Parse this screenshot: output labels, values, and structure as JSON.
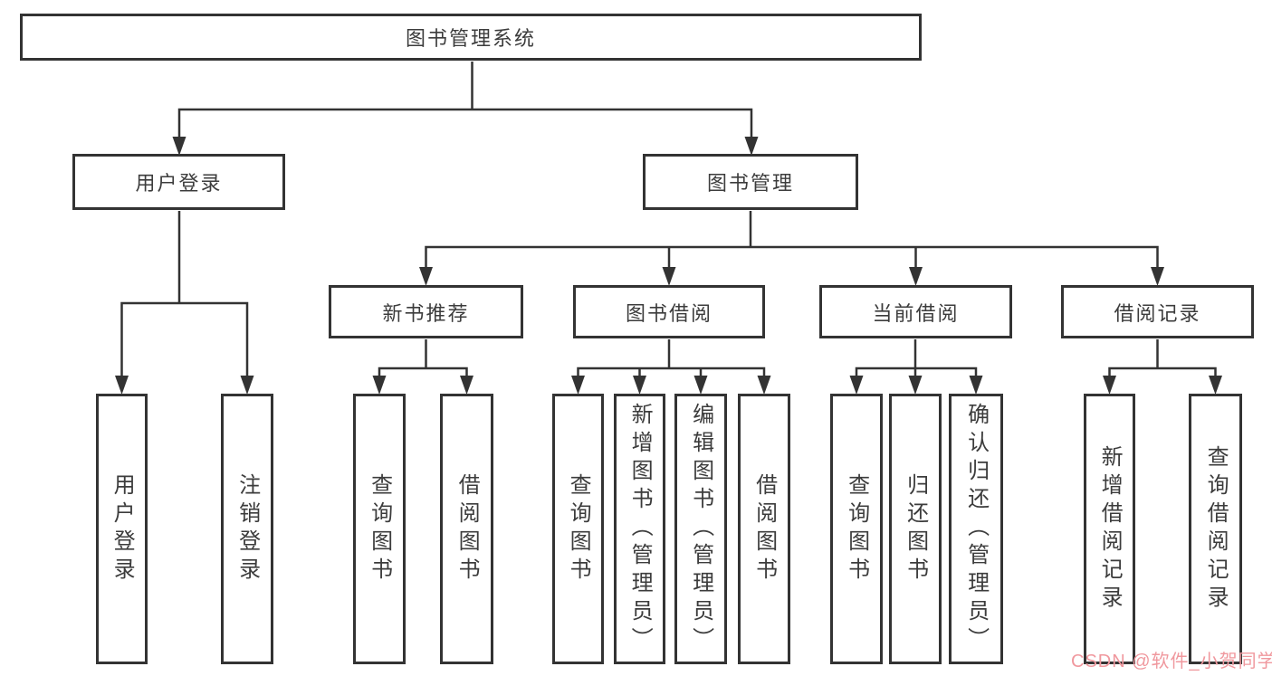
{
  "tree": {
    "label": "图书管理系统",
    "children": [
      {
        "label": "用户登录",
        "children": [
          {
            "label": "用户登录"
          },
          {
            "label": "注销登录"
          }
        ]
      },
      {
        "label": "图书管理",
        "children": [
          {
            "label": "新书推荐",
            "children": [
              {
                "label": "查询图书"
              },
              {
                "label": "借阅图书"
              }
            ]
          },
          {
            "label": "图书借阅",
            "children": [
              {
                "label": "查询图书"
              },
              {
                "label": "新增图书（管理员）"
              },
              {
                "label": "编辑图书（管理员）"
              },
              {
                "label": "借阅图书"
              }
            ]
          },
          {
            "label": "当前借阅",
            "children": [
              {
                "label": "查询图书"
              },
              {
                "label": "归还图书"
              },
              {
                "label": "确认归还（管理员）"
              }
            ]
          },
          {
            "label": "借阅记录",
            "children": [
              {
                "label": "新增借阅记录"
              },
              {
                "label": "查询借阅记录"
              }
            ]
          }
        ]
      }
    ]
  },
  "watermark": {
    "text": "CSDN @软件_小贺同学"
  },
  "colors": {
    "line": "#333333",
    "text": "#3c3c3c",
    "background": "#ffffff",
    "watermark": "#f0989e"
  }
}
